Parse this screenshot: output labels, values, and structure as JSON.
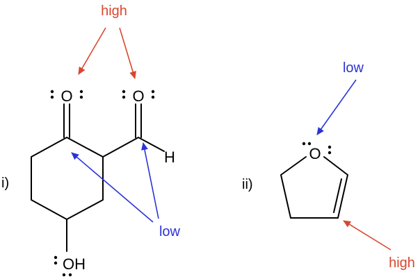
{
  "molecule_i": {
    "roman": "i)",
    "ketone_o": "O",
    "aldehyde_o": "O",
    "aldehyde_h": "H",
    "hydroxyl": "OH",
    "label_high": "high",
    "label_low": "low"
  },
  "molecule_ii": {
    "roman": "ii)",
    "ring_o": "O",
    "label_low": "low",
    "label_high": "high"
  },
  "colors": {
    "high": "#d9472f",
    "low": "#2a33d6",
    "bond": "#000000"
  }
}
